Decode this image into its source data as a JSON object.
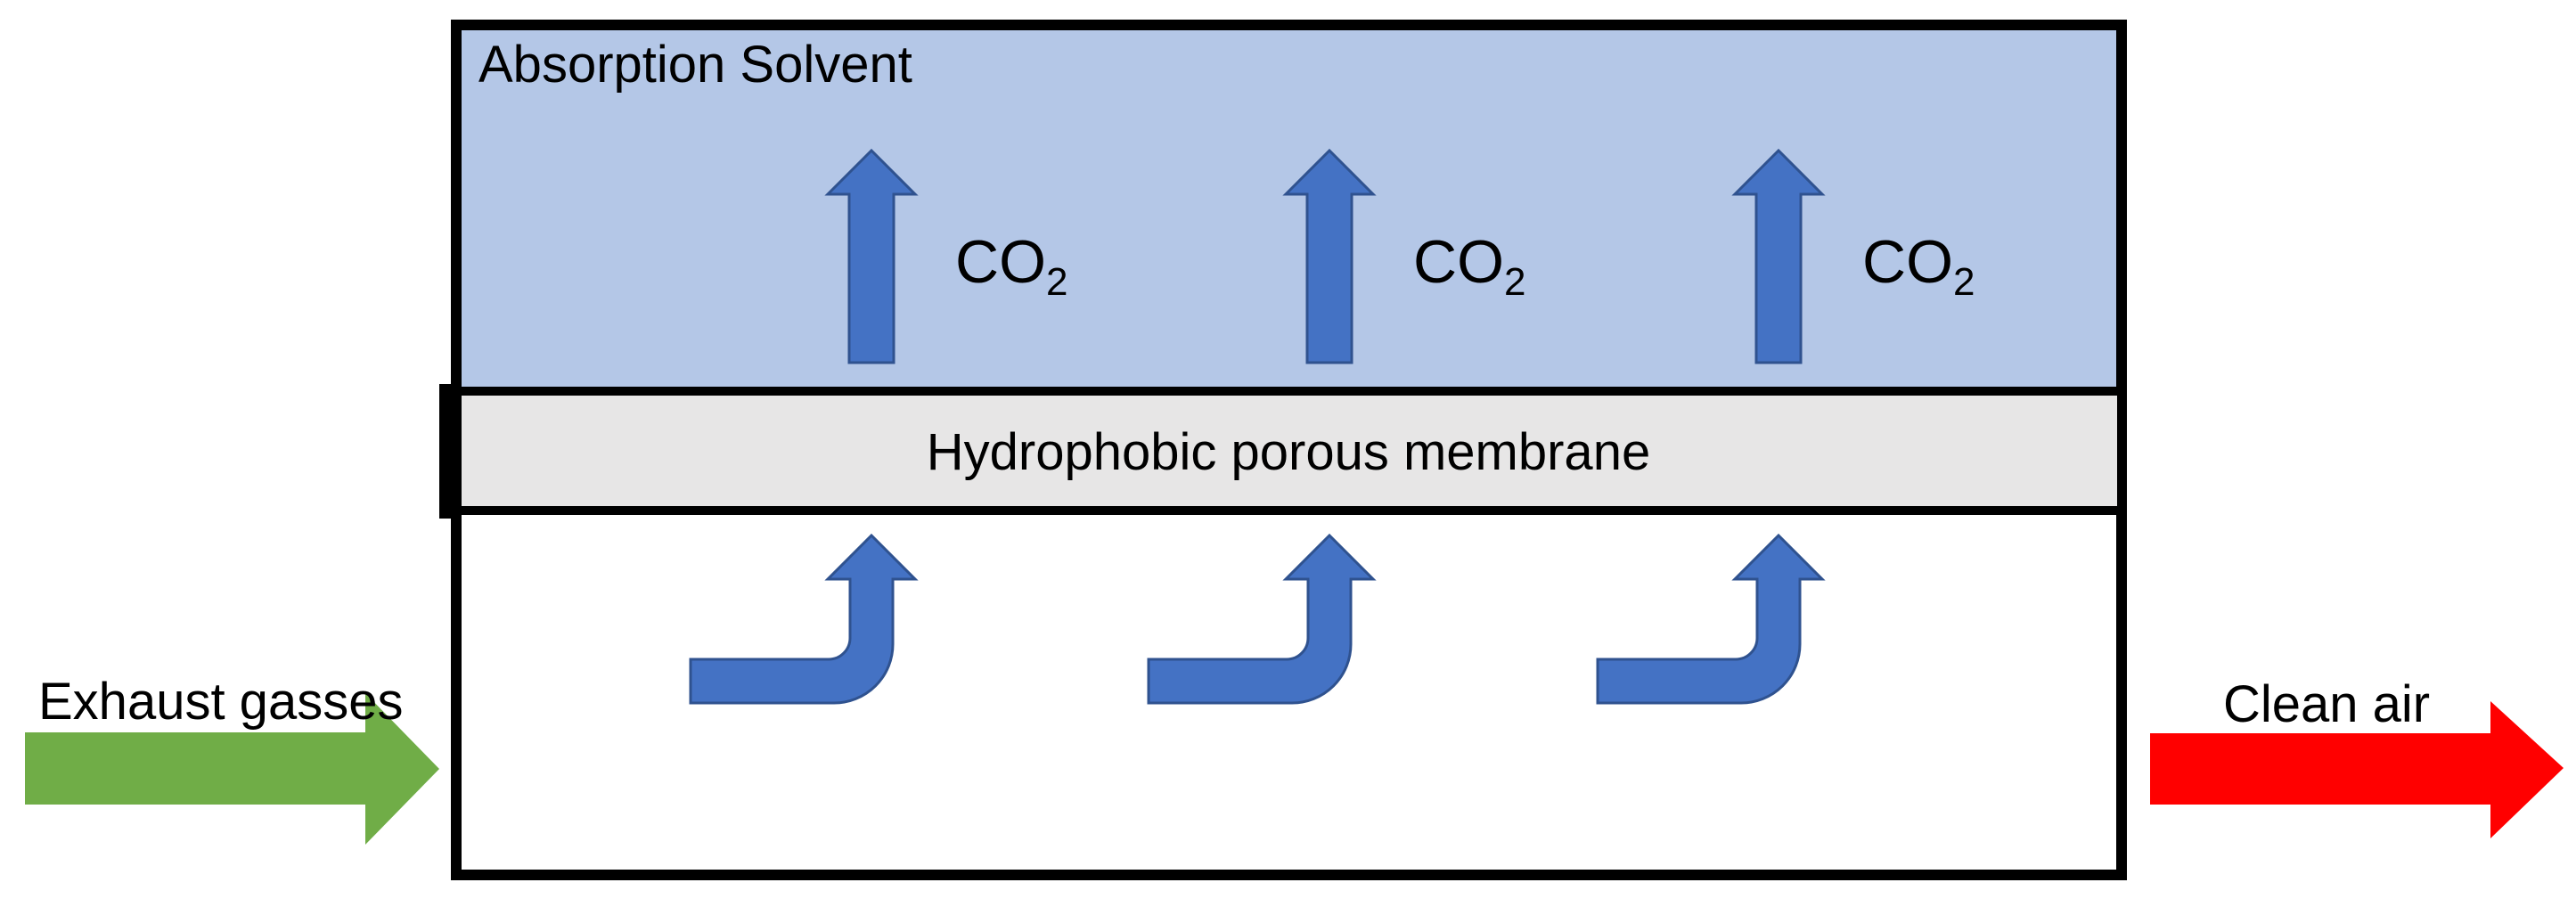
{
  "diagram": {
    "description": "Membrane gas absorption diagram",
    "labels": {
      "solvent_region": "Absorption Solvent",
      "membrane": "Hydrophobic porous membrane",
      "co2_main": "CO",
      "co2_sub": "2",
      "inlet": "Exhaust gasses",
      "outlet": "Clean air"
    },
    "colors": {
      "solvent_fill": "#B4C7E7",
      "membrane_fill": "#E7E6E6",
      "gas_channel_fill": "#FFFFFF",
      "co2_arrow_fill": "#4472C4",
      "co2_arrow_stroke": "#2F528F",
      "inlet_arrow_fill": "#70AD47",
      "outlet_arrow_fill": "#FF0000",
      "border": "#000000",
      "text": "#000000",
      "background": "#FFFFFF"
    },
    "counts": {
      "co2_up_arrows": 3,
      "bent_gas_arrows": 3
    }
  }
}
